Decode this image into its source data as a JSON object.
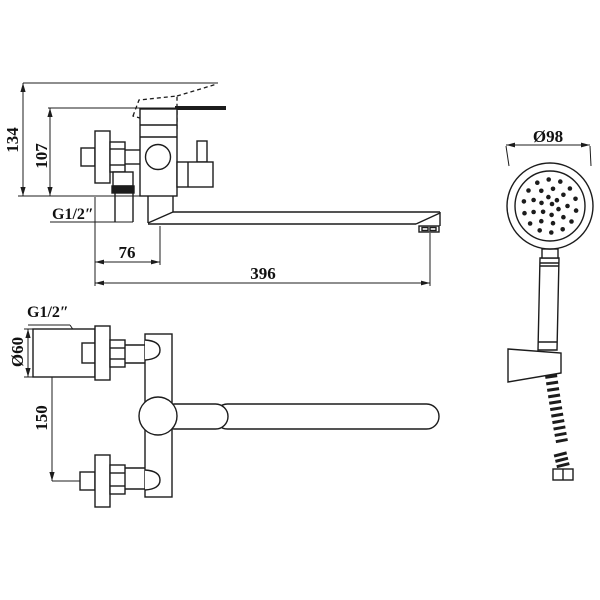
{
  "drawing": {
    "background": "#ffffff",
    "line_color": "#1c1c1c",
    "views": {
      "side_view": {
        "name": "faucet side view",
        "dimensions": {
          "total_height": "134",
          "body_height": "107",
          "inlet_thread": "G1/2″",
          "wall_to_pivot": "76",
          "spout_reach": "396"
        }
      },
      "plan_view": {
        "name": "faucet plan view",
        "dimensions": {
          "connection_thread": "G1/2″",
          "escutcheon_diameter": "Ø60",
          "inlet_spacing": "150"
        }
      },
      "hand_shower": {
        "name": "hand shower with holder and hose",
        "dimensions": {
          "head_diameter": "Ø98"
        }
      }
    }
  }
}
